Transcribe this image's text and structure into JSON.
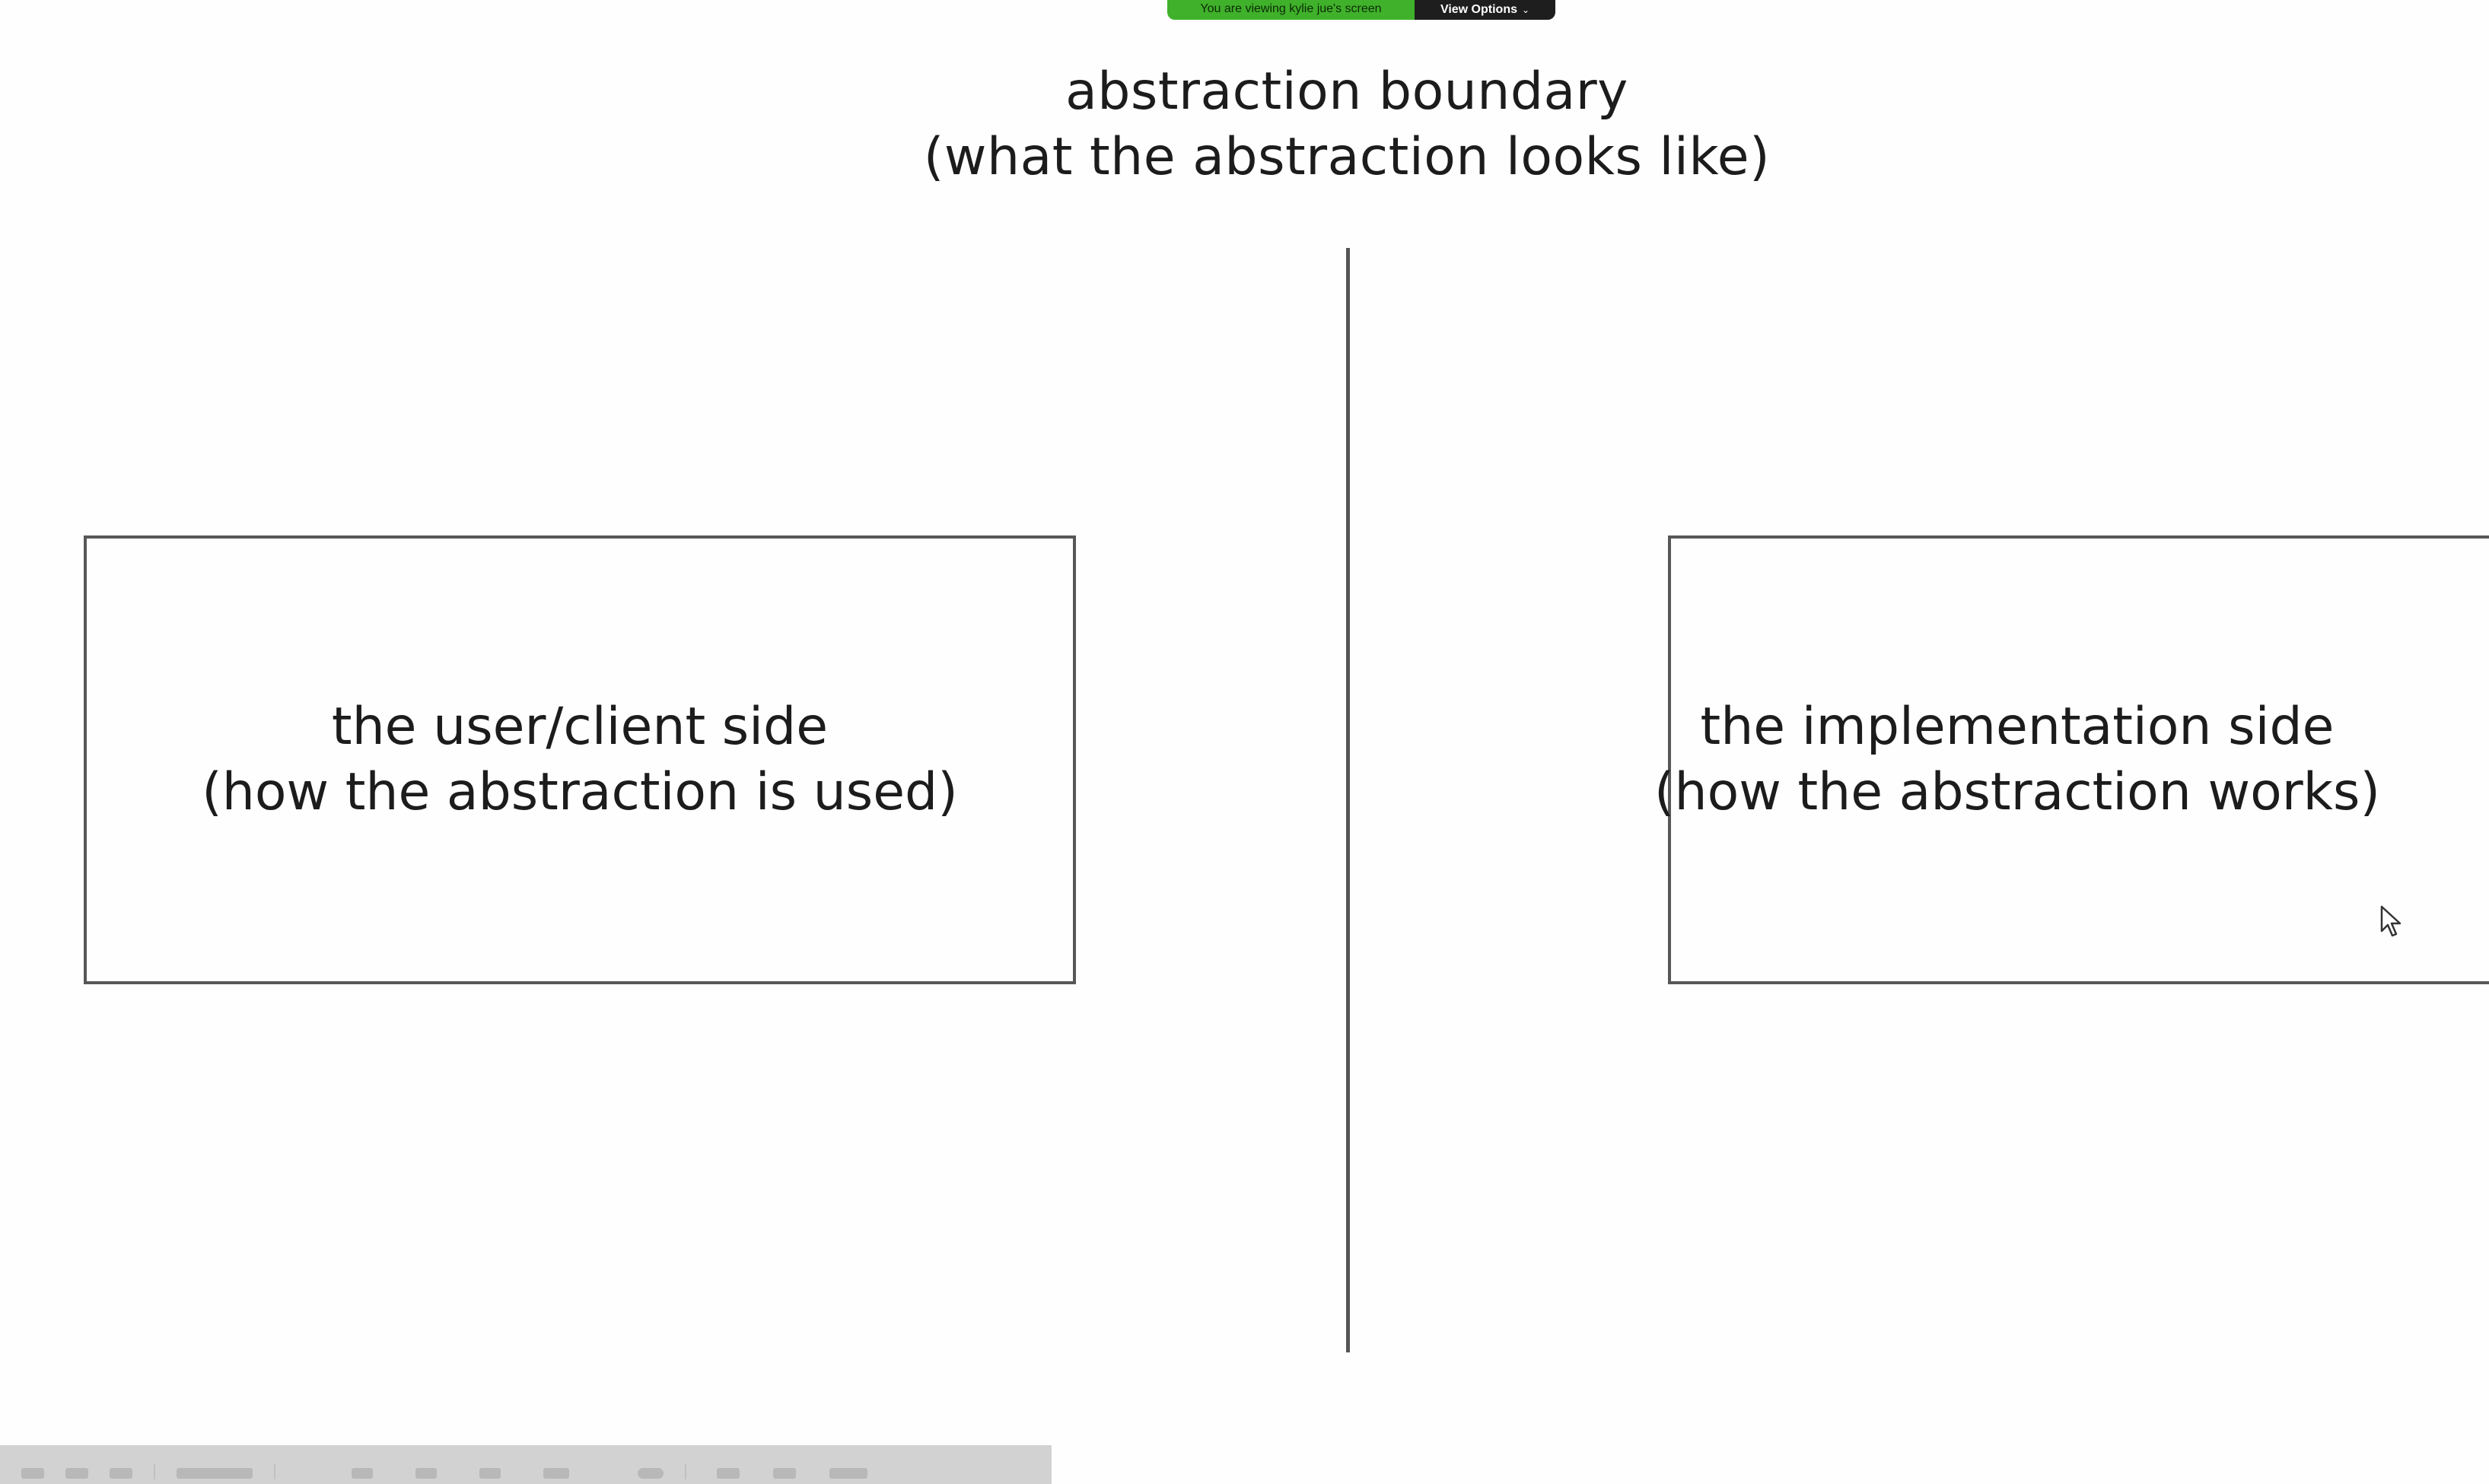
{
  "share_banner": {
    "viewing_text": "You are viewing kylie jue's screen",
    "options_label": "View Options",
    "options_icon": "chevron-down-icon",
    "viewing_color": "#3fb12a",
    "options_color": "#1e1e1e"
  },
  "slide": {
    "title_line1": "abstraction boundary",
    "title_line2": "(what the abstraction looks like)",
    "left_box": {
      "line1": "the user/client side",
      "line2": "(how the abstraction is used)"
    },
    "right_box": {
      "line1": "the implementation side",
      "line2": "(how the abstraction works)"
    }
  },
  "cursor_icon": "mouse-pointer-icon",
  "toolbar_icons": [
    "toolbar-icon",
    "toolbar-icon",
    "toolbar-icon",
    "toolbar-icon",
    "toolbar-icon",
    "toolbar-icon",
    "toolbar-icon",
    "toolbar-icon",
    "toolbar-icon",
    "toolbar-icon"
  ]
}
